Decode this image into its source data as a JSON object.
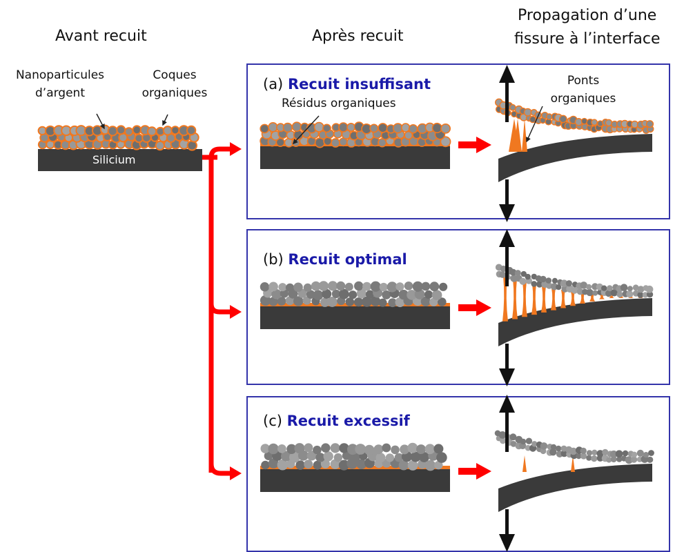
{
  "columns": {
    "before": "Avant recuit",
    "after": "Après recuit",
    "crack_line1": "Propagation d’une",
    "crack_line2": "fissure à l’interface"
  },
  "before": {
    "nanoparticles_line1": "Nanoparticules",
    "nanoparticles_line2": "d’argent",
    "shells_line1": "Coques",
    "shells_line2": "organiques",
    "substrate": "Silicium"
  },
  "panels": [
    {
      "letter": "(a)",
      "title": "Recuit insuffisant",
      "annotation": "Résidus organiques",
      "bridges_line1": "Ponts",
      "bridges_line2": "organiques"
    },
    {
      "letter": "(b)",
      "title": "Recuit optimal"
    },
    {
      "letter": "(c)",
      "title": "Recuit excessif"
    }
  ],
  "colors": {
    "panel_border": "#3333aa",
    "title_blue": "#1a1aa8",
    "arrow_red": "#ff0000",
    "substrate": "#3a3a3a",
    "organic": "#f07820",
    "particle": "#808080"
  }
}
